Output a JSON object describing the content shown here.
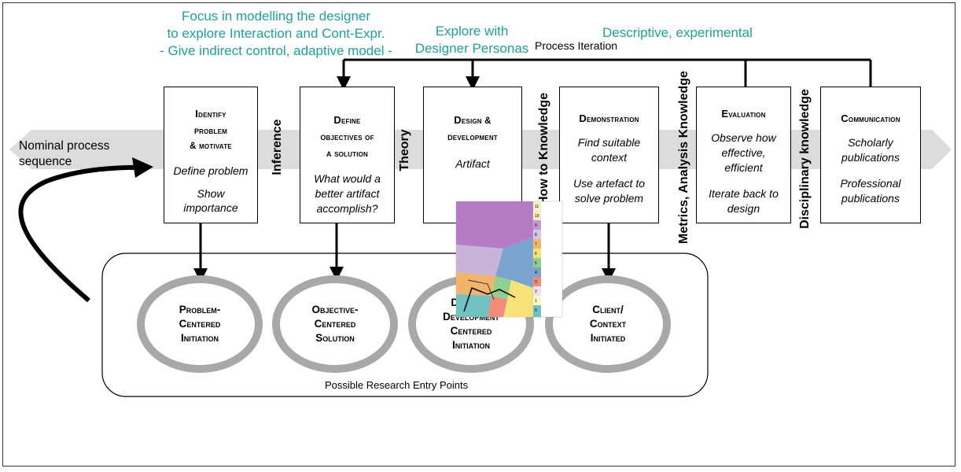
{
  "annotations": {
    "modelling": [
      "Focus in modelling the designer",
      "to explore Interaction and Cont-Expr.",
      "- Give indirect control, adaptive model -"
    ],
    "personas": [
      "Explore with",
      "Designer Personas"
    ],
    "descriptive": "Descriptive, experimental"
  },
  "process_iteration": "Process Iteration",
  "nominal": [
    "Nominal process",
    "sequence"
  ],
  "steps": [
    {
      "title": [
        "Identify",
        "problem",
        "& motivate"
      ],
      "desc": [
        "Define problem"
      ],
      "desc2": [
        "Show",
        "importance"
      ]
    },
    {
      "title": [
        "Define",
        "objectives of",
        "a solution"
      ],
      "desc": [
        "What would a",
        "better artifact",
        "accomplish?"
      ],
      "desc2": []
    },
    {
      "title": [
        "Design &",
        "development"
      ],
      "desc": [
        "Artifact"
      ],
      "desc2": []
    },
    {
      "title": [
        "Demonstration"
      ],
      "desc": [
        "Find suitable",
        "context"
      ],
      "desc2": [
        "Use artefact to",
        "solve problem"
      ]
    },
    {
      "title": [
        "Evaluation"
      ],
      "desc": [
        "Observe how",
        "effective,",
        "efficient"
      ],
      "desc2": [
        "Iterate back to",
        "design"
      ]
    },
    {
      "title": [
        "Communication"
      ],
      "desc": [
        "Scholarly",
        "publications"
      ],
      "desc2": [
        "Professional",
        "publications"
      ]
    }
  ],
  "connectors": [
    "Inference",
    "Theory",
    "How to Knowledge",
    "Metrics, Analysis Knowledge",
    "Disciplinary knowledge"
  ],
  "entry_points": [
    "Problem-\nCentered\nInitiation",
    "Objective-\nCentered\nSolution",
    "Design &\nDevelopment\nCentered\nInitiation",
    "Client/\nContext\nInitiated"
  ],
  "entry_label": "Possible Research Entry Points",
  "colors": {
    "annotation": "#1aa39a",
    "band": "#dcdcdc",
    "ring": "#a8a8a8"
  },
  "thumbnail": {
    "scale": [
      "11",
      "10",
      "9",
      "8",
      "7",
      "6",
      "5",
      "4",
      "3",
      "2",
      "1",
      "0"
    ]
  }
}
